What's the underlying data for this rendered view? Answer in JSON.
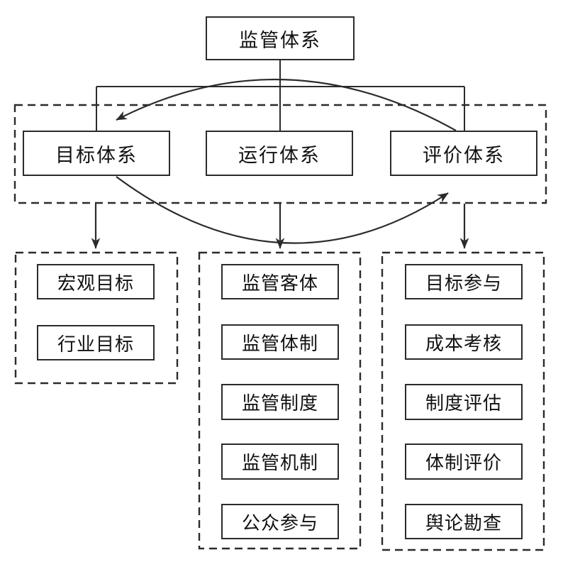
{
  "diagram": {
    "root_label": "监管体系",
    "level2": {
      "goal": "目标体系",
      "operation": "运行体系",
      "evaluation": "评价体系"
    },
    "columns": [
      {
        "items": [
          "宏观目标",
          "行业目标"
        ]
      },
      {
        "items": [
          "监管客体",
          "监管体制",
          "监管制度",
          "监管机制",
          "公众参与"
        ]
      },
      {
        "items": [
          "目标参与",
          "成本考核",
          "制度评估",
          "体制评价",
          "舆论勘查"
        ]
      }
    ],
    "colors": {
      "line": "#2b2b2b",
      "text": "#111111",
      "background": "#ffffff"
    }
  }
}
